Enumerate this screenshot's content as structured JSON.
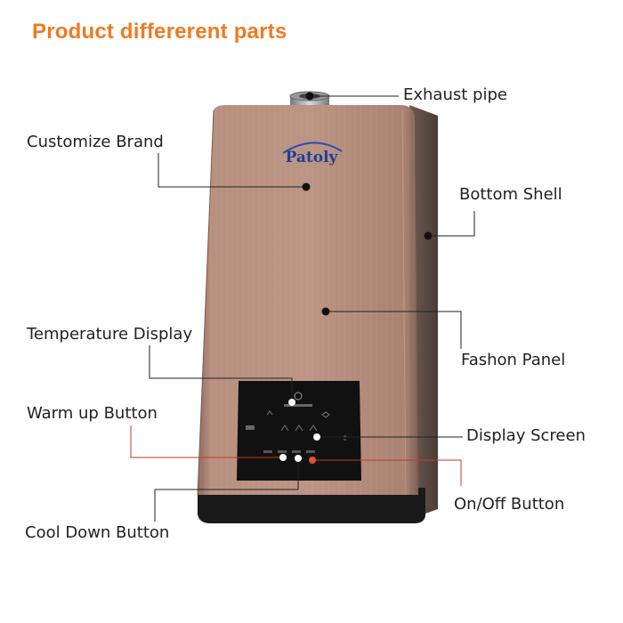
{
  "title": "Product differerent parts",
  "brand_logo_text": "Patoly",
  "labels": {
    "exhaust_pipe": "Exhaust pipe",
    "customize_brand": "Customize Brand",
    "bottom_shell": "Bottom Shell",
    "temperature_display": "Temperature Display",
    "fashon_panel": "Fashon Panel",
    "warm_up_button": "Warm up Button",
    "display_screen": "Display Screen",
    "on_off_button": "On/Off Button",
    "cool_down_button": "Cool Down Button"
  },
  "colors": {
    "title": "#f07a22",
    "leader_line_dark": "#222222",
    "leader_line_red": "#c0392b",
    "panel": "#b08878",
    "control_panel": "#111111",
    "on_off_dot": "#e8522a"
  }
}
